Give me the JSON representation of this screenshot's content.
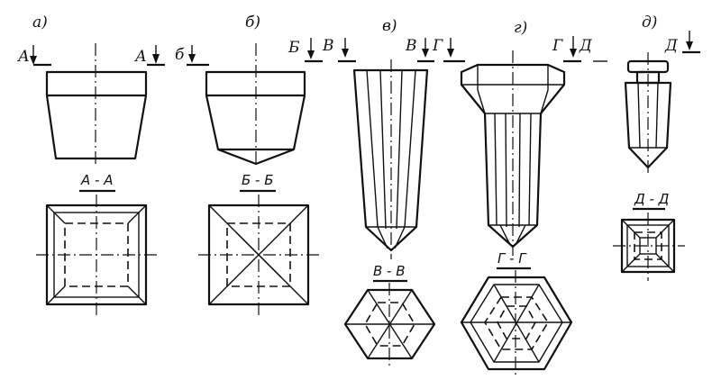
{
  "figure": {
    "panels": [
      {
        "id": "a",
        "label": "а)",
        "section_title": "А - А",
        "cut_marks": [
          {
            "text": "А"
          },
          {
            "text": "А"
          }
        ]
      },
      {
        "id": "b",
        "label": "б)",
        "section_title": "Б - Б",
        "cut_marks": [
          {
            "text": "б"
          }
        ]
      },
      {
        "id": "v",
        "label": "в)",
        "section_title": "В - В",
        "cut_marks": [
          {
            "text": "Б"
          },
          {
            "text": "В"
          },
          {
            "text": "В"
          }
        ]
      },
      {
        "id": "g",
        "label": "г)",
        "section_title": "Г - Г",
        "cut_marks": [
          {
            "text": "Г"
          },
          {
            "text": "Г"
          }
        ]
      },
      {
        "id": "d",
        "label": "д)",
        "section_title": "Д - Д",
        "cut_marks": [
          {
            "text": "Д"
          },
          {
            "text": "Д"
          }
        ]
      }
    ]
  }
}
